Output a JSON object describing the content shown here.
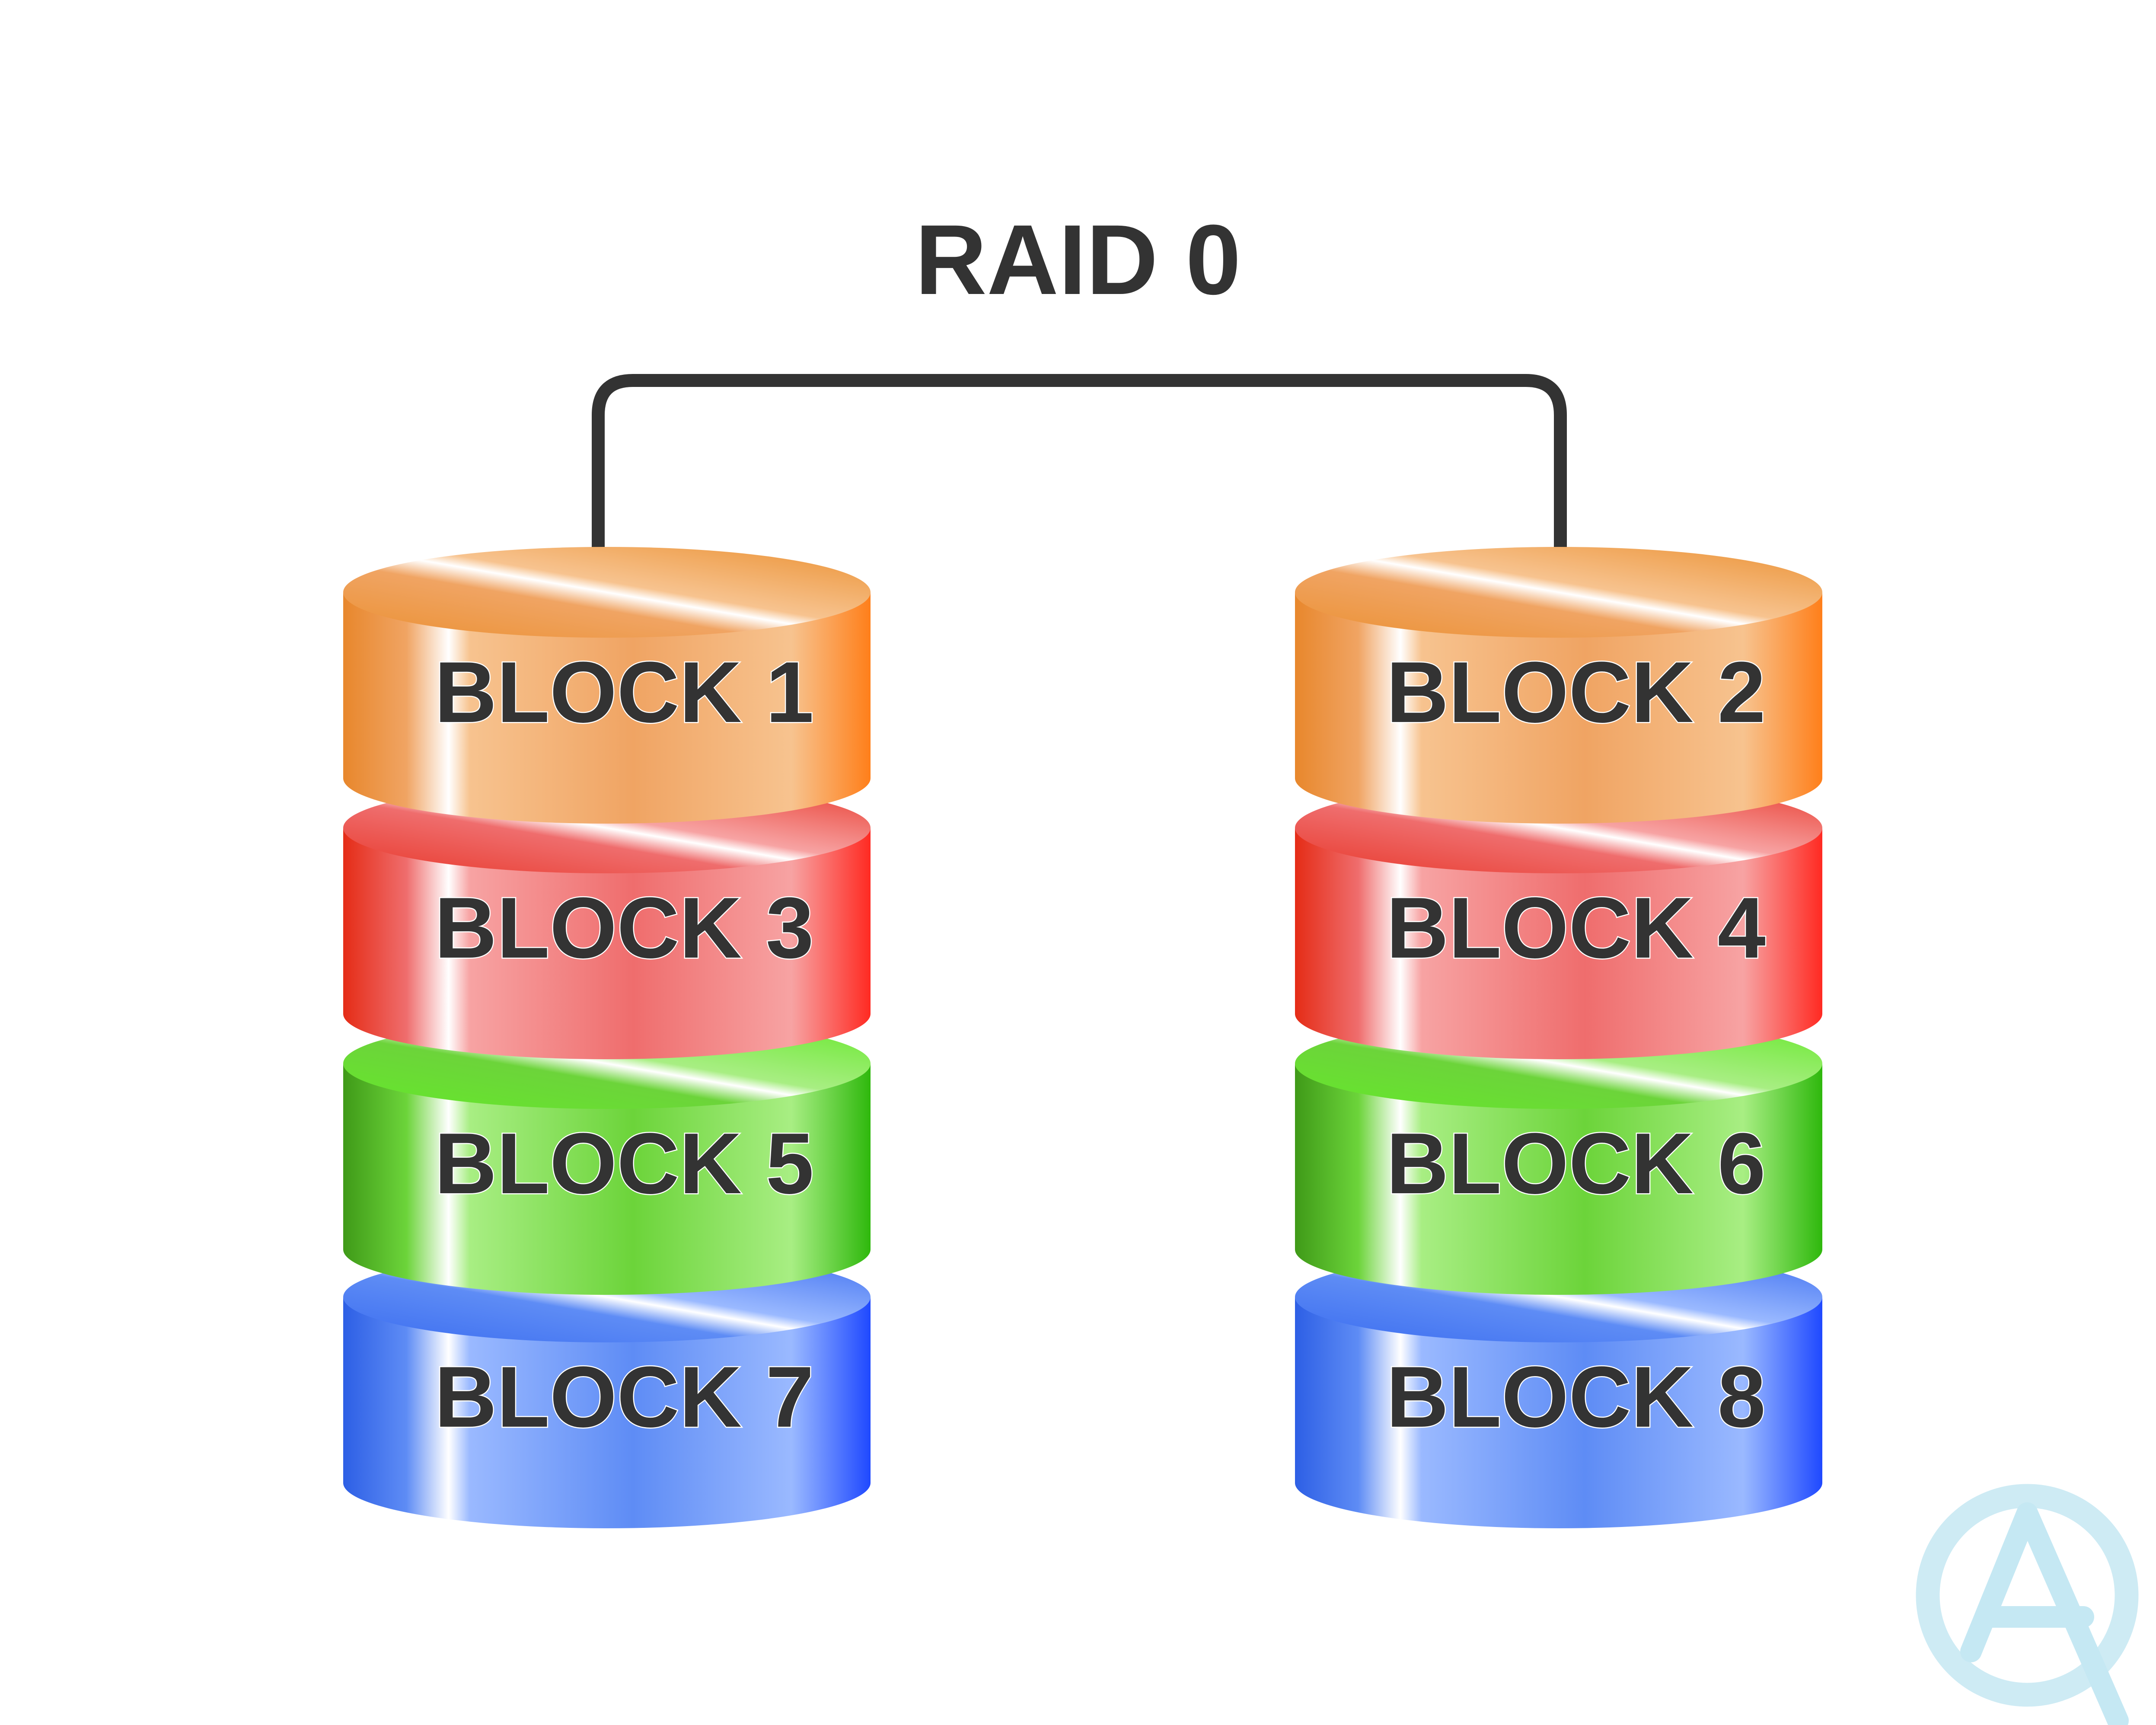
{
  "diagram": {
    "title": "RAID 0",
    "connector_color": "#333333",
    "text_color": "#333333",
    "stacks": [
      {
        "disks": [
          {
            "label": "BLOCK 1",
            "color": "orange"
          },
          {
            "label": "BLOCK 3",
            "color": "red"
          },
          {
            "label": "BLOCK 5",
            "color": "green"
          },
          {
            "label": "BLOCK 7",
            "color": "blue"
          }
        ]
      },
      {
        "disks": [
          {
            "label": "BLOCK 2",
            "color": "orange"
          },
          {
            "label": "BLOCK 4",
            "color": "red"
          },
          {
            "label": "BLOCK 6",
            "color": "green"
          },
          {
            "label": "BLOCK 8",
            "color": "blue"
          }
        ]
      }
    ],
    "palette": {
      "orange": {
        "dark": "#e8872c",
        "mid": "#f0a463",
        "light": "#f7c38f",
        "top": "#eb9133",
        "edge": "#ff7f1a"
      },
      "red": {
        "dark": "#e52c16",
        "mid": "#ef6d6d",
        "light": "#f7a3a3",
        "top": "#e8392c",
        "edge": "#ff2a22"
      },
      "green": {
        "dark": "#3f9a18",
        "mid": "#6cd43a",
        "light": "#a8ee83",
        "top": "#66e82b",
        "edge": "#2fb80d"
      },
      "blue": {
        "dark": "#2d5fe5",
        "mid": "#5e8cf5",
        "light": "#9ab9ff",
        "top": "#3b6df0",
        "edge": "#1f49ff"
      }
    }
  },
  "watermark": {
    "icon": "ga-logo-icon",
    "color": "#c9e9f3"
  }
}
